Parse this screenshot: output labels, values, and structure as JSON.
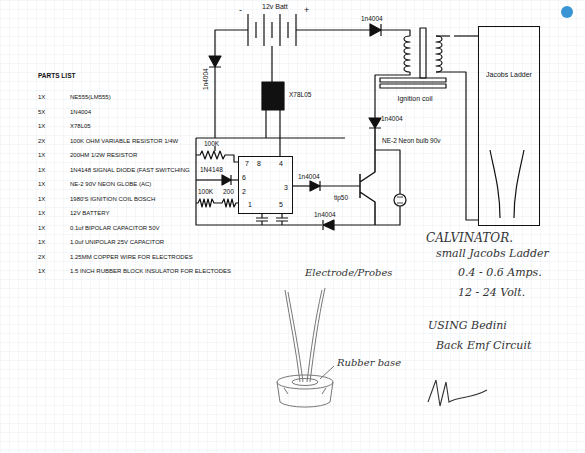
{
  "diagram": {
    "nodes": [
      {
        "text": [
          "7",
          "8",
          "4",
          "6",
          "2",
          "3",
          "1",
          "5"
        ]
      },
      {
        "text": [
          "Ignition coil"
        ]
      },
      {
        "text": [
          "Jacobs Ladder"
        ]
      }
    ],
    "edges": [
      {
        "from": 1,
        "to": 2,
        "arrow": "none"
      }
    ],
    "labels": [
      "PARTS LIST",
      "1X",
      "NE555(LM555)",
      "5X",
      "1N4004",
      "1X",
      "X78L05",
      "2X",
      "100K OHM VARIABLE RESISTOR 1/4W",
      "1X",
      "200HM 1/2W RESISTOR",
      "1X",
      "1N4148 SIGNAL DIODE (FAST SWITCHING",
      "1X",
      "NE-2 90V NEON GLOBE (AC)",
      "1X",
      "1980'S IGNITION COIL BOSCH",
      "1X",
      "12V BATTERY",
      "1X",
      "0.1uf BIPOLAR CAPACITOR 50V",
      "1X",
      "1.0uf UNIPOLAR 25V CAPACITOR",
      "2X",
      "1.25MM COPPER WIRE FOR ELECTRODES",
      "1X",
      "1.5 INCH RUBBER BLOCK INSULATOR FOR ELECTODES",
      "12v Batt",
      "-",
      "+",
      "1n4004",
      "1n4004",
      "X78L05",
      "1n4004",
      "100K",
      "1N4148",
      "100K",
      "200",
      "1n4004",
      "tip50",
      "1n4004",
      "NE-2 Neon bulb 90v",
      "Electrode/Probes",
      "Rubber base",
      "CALVINATOR.",
      "small Jacobs Ladder",
      "0.4 - 0.6 Amps.",
      "12 - 24 Volt.",
      "USING Bedini",
      "Back Emf Circuit"
    ]
  }
}
